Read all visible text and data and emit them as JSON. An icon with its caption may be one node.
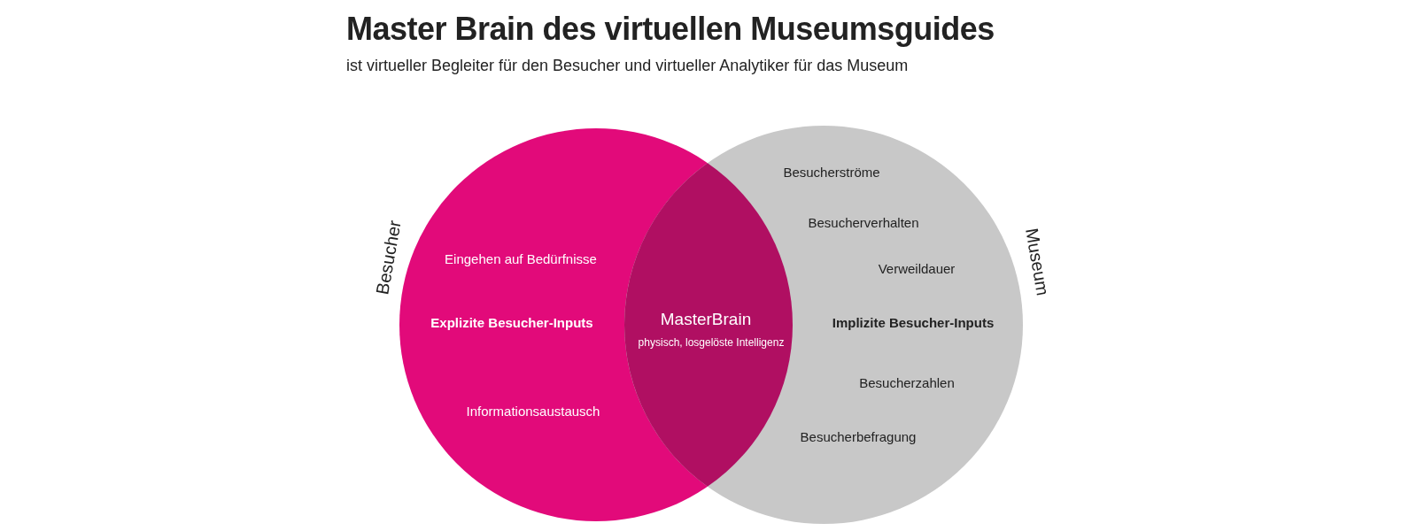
{
  "diagram": {
    "title": "Master Brain des virtuellen Museumsguides",
    "caption": "ist virtueller Begleiter für den Besucher und virtueller Analytiker für das Museum",
    "nodes": [
      {
        "text": [
          "Besucher",
          "Eingehen auf Bedürfnisse",
          "Explizite Besucher-Inputs",
          "Informationsaustausch"
        ]
      },
      {
        "text": [
          "Museum",
          "Besucherströme",
          "Besucherverhalten",
          "Verweildauer",
          "Implizite Besucher-Inputs",
          "Besucherzahlen",
          "Besucherbefragung"
        ]
      },
      {
        "text": [
          "MasterBrain",
          "physisch, losgelöste Intelligenz"
        ]
      }
    ],
    "edges": []
  }
}
